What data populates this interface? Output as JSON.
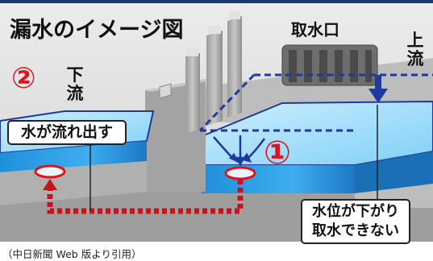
{
  "title": "漏水のイメージ図",
  "labels": {
    "intake": "取水口",
    "upstream": [
      "上",
      "流"
    ],
    "downstream": [
      "下",
      "流"
    ],
    "marker_1": "①",
    "marker_2": "②",
    "leak_callout": "水が流れ出す",
    "level_callout": [
      "水位が下がり",
      "取水できない"
    ]
  },
  "credit": "（中日新聞 Web 版より引用）",
  "colors": {
    "frame": "#1a3a6e",
    "water": "#3aa6e6",
    "concrete": "#a9a9a9",
    "marker": "#e0141f",
    "arrow": "#1f3a9c"
  }
}
